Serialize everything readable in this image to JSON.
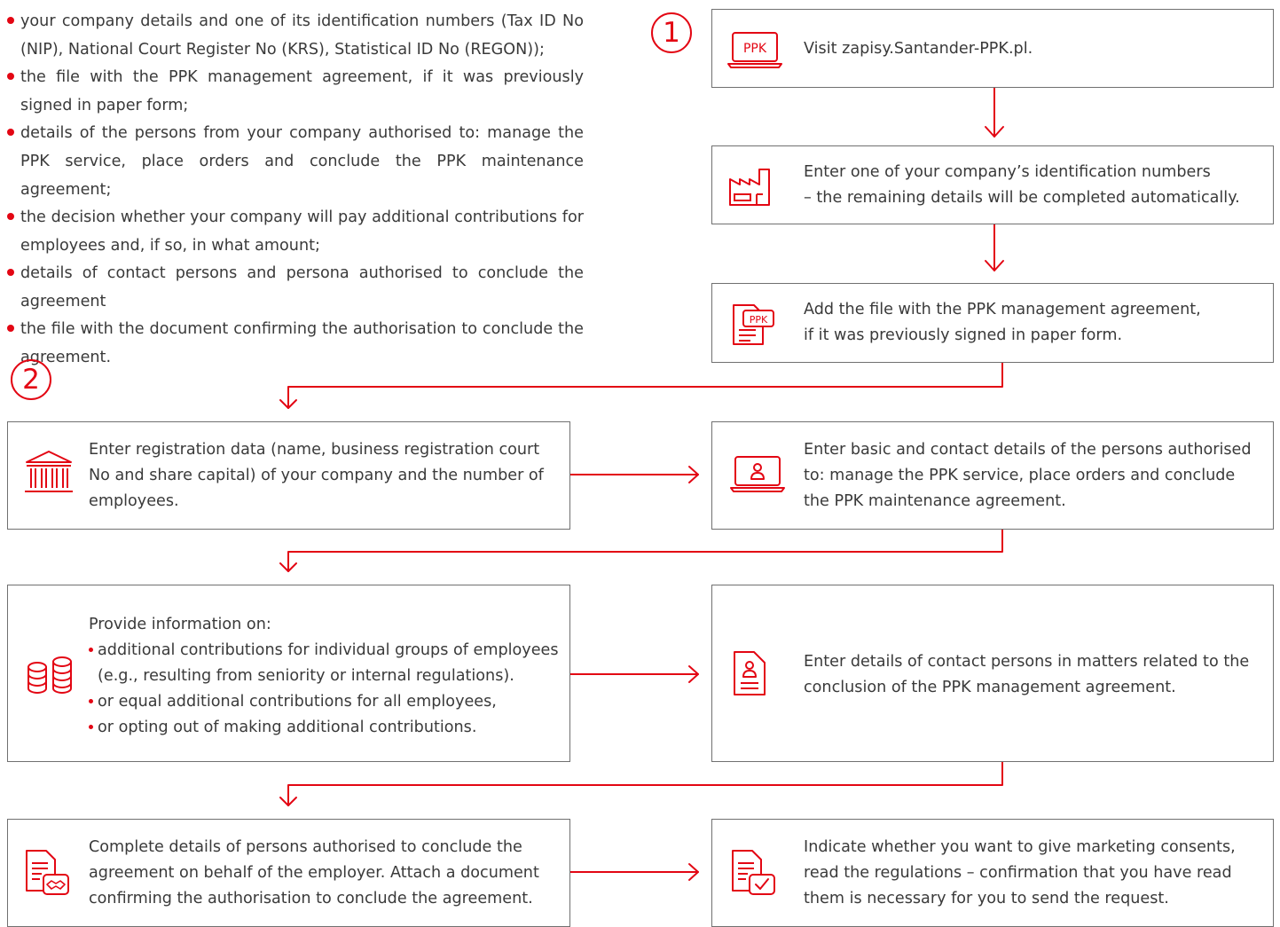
{
  "intro_bullets": [
    "your company details and one of its identification numbers (Tax ID No (NIP), National Court Register No (KRS), Statistical ID No (REGON));",
    "the file with the PPK management agreement, if it was previously signed in paper form;",
    "details of the persons from your company authorised to: manage the PPK service, place orders and conclude the PPK maintenance agreement;",
    "the decision whether your company will pay additional contributions for employees and, if so, in what amount;",
    "details of contact persons and persona authorised to conclude the agreement",
    "the file with the document confirming the authorisation to conclude the agreement."
  ],
  "step_numbers": {
    "one": "1",
    "two": "2"
  },
  "accent_color": "#e30613",
  "border_color": "#707070",
  "steps": {
    "visit": {
      "icon": "laptop-ppk-icon",
      "icon_label": "PPK",
      "text": "Visit zapisy.Santander-PPK.pl."
    },
    "company_id": {
      "icon": "factory-icon",
      "line1": "Enter one of your company’s identification numbers",
      "line2": "– the remaining details will be completed automatically."
    },
    "add_file": {
      "icon": "ppk-document-icon",
      "icon_label": "PPK",
      "line1": "Add the file with the PPK management agreement,",
      "line2": "if it was previously signed in paper form."
    },
    "registration": {
      "icon": "bank-building-icon",
      "text": "Enter registration data (name, business registration court No and share capital) of your company and the number of employees."
    },
    "authorised_persons": {
      "icon": "laptop-user-icon",
      "text": "Enter basic and contact details of the persons authorised to: manage the PPK service, place orders and conclude the PPK maintenance agreement."
    },
    "contributions": {
      "icon": "coins-icon",
      "heading": "Provide information on:",
      "items": [
        "additional contributions for individual groups of employees (e.g., resulting from seniority or internal regulations).",
        "or equal additional contributions for all employees,",
        "or opting out of making additional contributions."
      ]
    },
    "contact_persons": {
      "icon": "document-user-icon",
      "text": "Enter details of contact persons in matters related to the conclusion of the PPK management agreement."
    },
    "employer_signatories": {
      "icon": "document-handshake-icon",
      "text": "Complete details of persons authorised to conclude the agreement on behalf of the employer. Attach a document confirming the authorisation to conclude the agreement."
    },
    "consents": {
      "icon": "document-check-icon",
      "text": "Indicate whether you want to give marketing consents, read the regulations – confirmation that you have read them is necessary for you to send the request."
    }
  }
}
